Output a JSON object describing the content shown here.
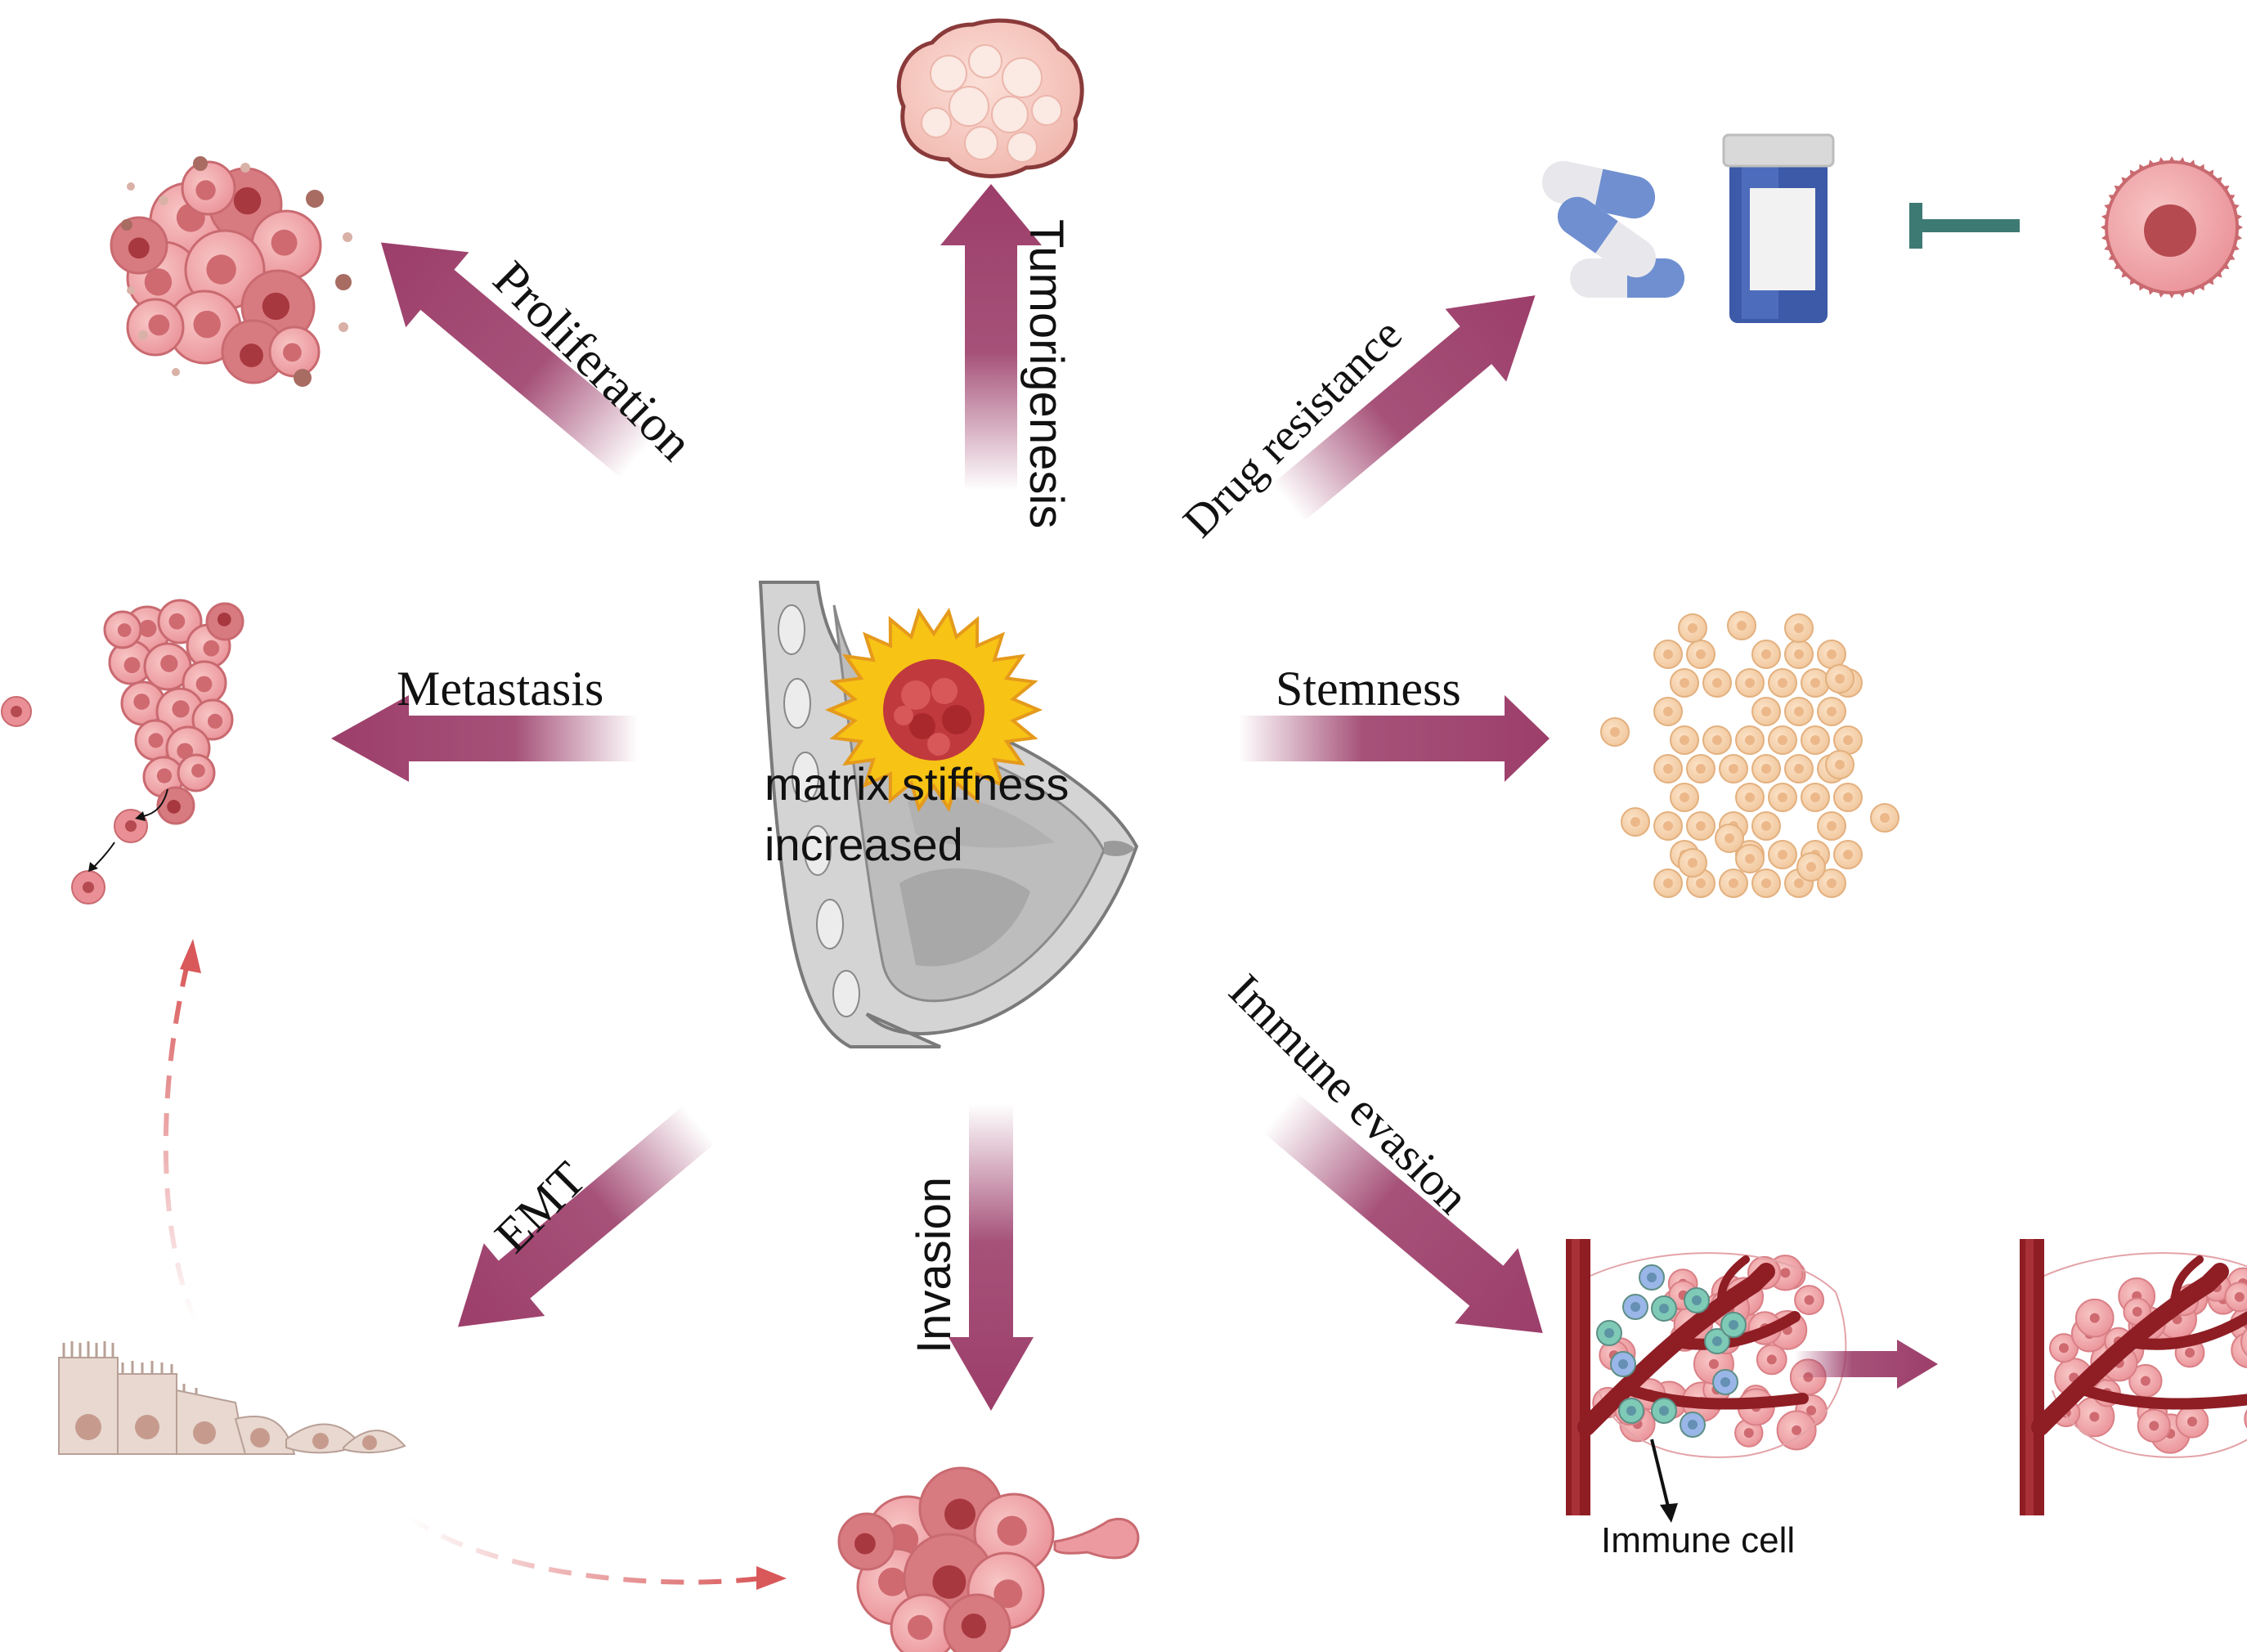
{
  "center": {
    "label_line1": "matrix stiffness",
    "label_line2": "increased"
  },
  "arrows": {
    "tumorigenesis": "Tumorigenesis",
    "proliferation": "Proliferation",
    "drug_resistance": "Drug resistance",
    "metastasis": "Metastasis",
    "stemness": "Stemness",
    "emt": "EMT",
    "invasion": "Invasion",
    "immune_evasion": "Immune evasion"
  },
  "annotations": {
    "immune_cell": "Immune cell"
  },
  "colors": {
    "arrow": "#9c3e6a",
    "cell_pink": "#f0a3a6",
    "cell_dark": "#d87b80",
    "stem_cell": "#f7d3a9",
    "vessel": "#8e1d24",
    "inhibit": "#3d7a74",
    "pill_blue": "#6f8fd0",
    "dashed_arrow": "#d9585a"
  }
}
